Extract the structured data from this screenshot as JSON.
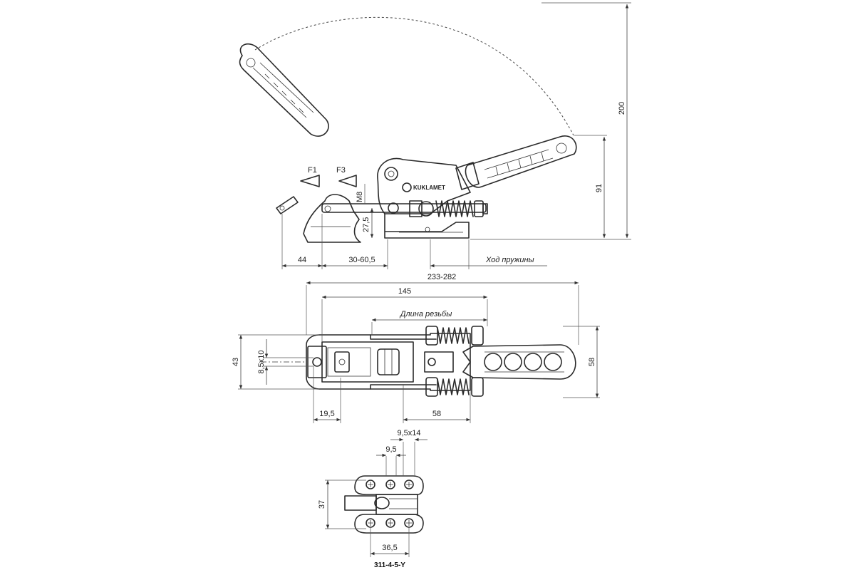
{
  "side_view": {
    "dim_height_200": "200",
    "dim_height_91": "91",
    "dim_44": "44",
    "dim_30_60_5": "30-60,5",
    "dim_27_5": "27,5",
    "dim_m8": "M8",
    "spring_travel": "Ход пружины",
    "force_f1": "F1",
    "force_f3": "F3",
    "brand": "KUKLAMET"
  },
  "top_view": {
    "dim_233_282": "233-282",
    "dim_145": "145",
    "thread_length": "Длина резьбы",
    "dim_43": "43",
    "dim_8_5x10": "8,5x10",
    "dim_58_right": "58",
    "dim_19_5": "19,5",
    "dim_58_bottom": "58"
  },
  "base_view": {
    "dim_9_5x14": "9,5x14",
    "dim_9_5": "9,5",
    "dim_37": "37",
    "dim_36_5": "36,5",
    "model_code": "311-4-5-Y"
  }
}
